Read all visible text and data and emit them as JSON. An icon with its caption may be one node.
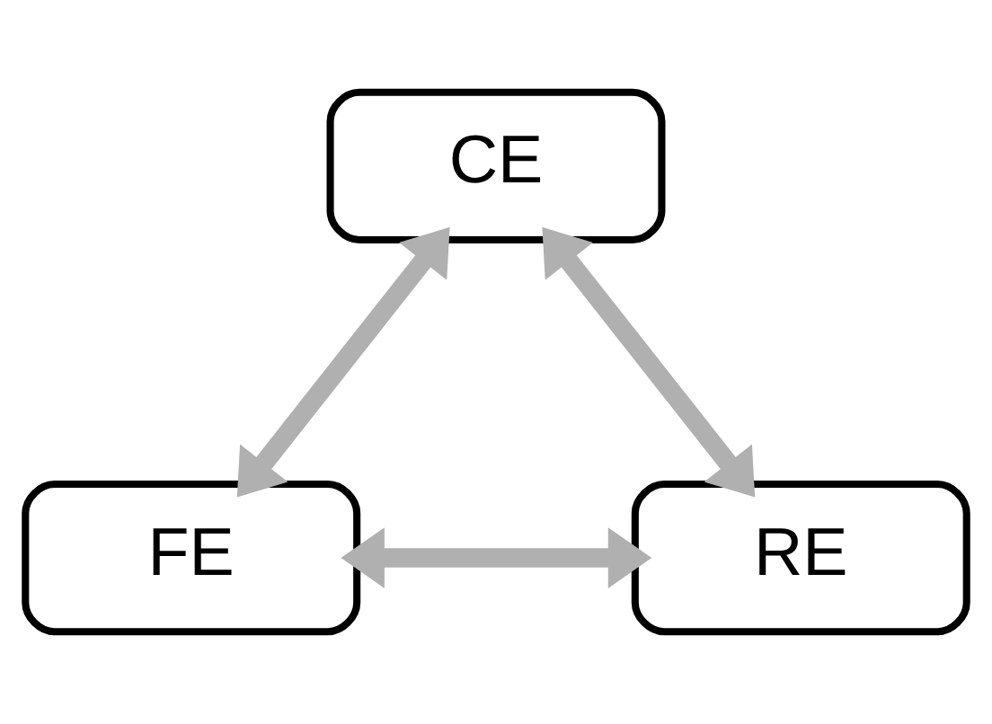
{
  "diagram": {
    "nodes": [
      {
        "text": [
          "CE"
        ]
      },
      {
        "text": [
          "FE"
        ]
      },
      {
        "text": [
          "RE"
        ]
      }
    ],
    "edges": [
      {
        "from": 0,
        "to": 1,
        "arrow": "both"
      },
      {
        "from": 0,
        "to": 2,
        "arrow": "both"
      },
      {
        "from": 1,
        "to": 2,
        "arrow": "both"
      }
    ]
  }
}
